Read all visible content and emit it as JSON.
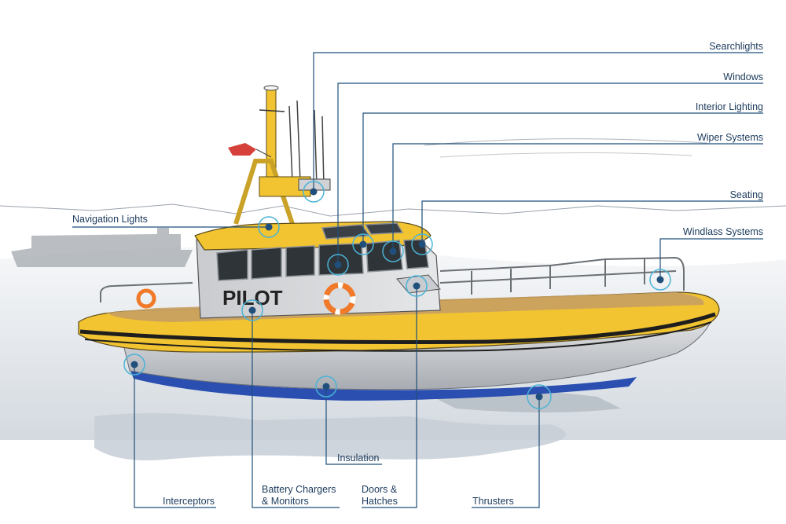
{
  "colors": {
    "leader": "#1f4f7a",
    "marker_ring": "#4ab3d6",
    "marker_dot": "#1f4f7a",
    "hull_yellow": "#f2c431",
    "hull_blue": "#2a4fb0",
    "deck": "#c8a063",
    "cabin": "#d4d6d8",
    "water": "#dfe3e8"
  },
  "boat": {
    "name": "PILOT"
  },
  "labels": {
    "searchlights": "Searchlights",
    "windows": "Windows",
    "interior_lighting": "Interior Lighting",
    "wiper_systems": "Wiper Systems",
    "seating": "Seating",
    "windlass_systems": "Windlass Systems",
    "navigation_lights": "Navigation Lights",
    "insulation": "Insulation",
    "interceptors": "Interceptors",
    "battery_chargers": [
      "Battery Chargers",
      "& Monitors"
    ],
    "doors_hatches": [
      "Doors &",
      "Hatches"
    ],
    "thrusters": "Thrusters"
  }
}
